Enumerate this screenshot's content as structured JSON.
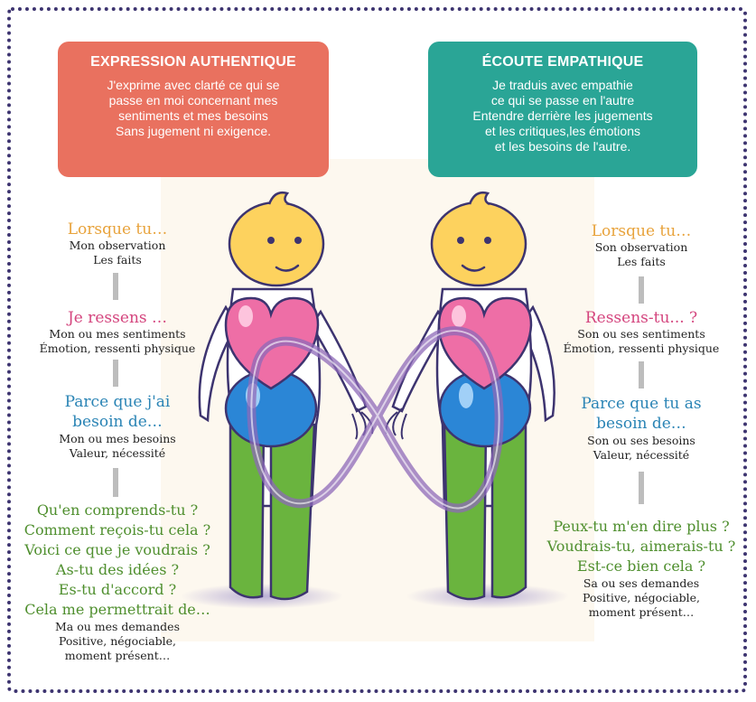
{
  "left_panel": {
    "title": "EXPRESSION AUTHENTIQUE",
    "lines": [
      "J'exprime avec clarté ce qui se",
      "passe en moi concernant mes",
      "sentiments et mes besoins",
      "Sans jugement ni exigence."
    ]
  },
  "right_panel": {
    "title": "ÉCOUTE EMPATHIQUE",
    "lines": [
      "Je traduis avec empathie",
      "ce qui se passe en l'autre",
      "Entendre derrière les jugements",
      "et les critiques,les émotions",
      "et les besoins de l'autre."
    ]
  },
  "left_steps": {
    "observation": {
      "heading": "Lorsque tu…",
      "sub": [
        "Mon observation",
        "Les faits"
      ]
    },
    "feeling": {
      "heading": "Je ressens …",
      "sub": [
        "Mon ou mes sentiments",
        "Émotion, ressenti physique"
      ]
    },
    "need": {
      "heading": [
        "Parce que j'ai",
        "besoin de…"
      ],
      "sub": [
        "Mon ou mes besoins",
        "Valeur, nécessité"
      ]
    },
    "request": {
      "questions": [
        "Qu'en comprends-tu ?",
        "Comment reçois-tu cela ?",
        "Voici ce que je voudrais ?",
        "As-tu des idées ?",
        "Es-tu d'accord ?",
        "Cela me permettrait de…"
      ],
      "sub": [
        "Ma ou mes demandes",
        "Positive, négociable,",
        "moment présent…"
      ]
    }
  },
  "right_steps": {
    "observation": {
      "heading": "Lorsque tu…",
      "sub": [
        "Son observation",
        "Les faits"
      ]
    },
    "feeling": {
      "heading": "Ressens-tu... ?",
      "sub": [
        "Son ou ses sentiments",
        "Émotion, ressenti physique"
      ]
    },
    "need": {
      "heading": [
        "Parce que tu as",
        "besoin de…"
      ],
      "sub": [
        "Son ou ses besoins",
        "Valeur, nécessité"
      ]
    },
    "request": {
      "questions": [
        "Peux-tu m'en dire plus ?",
        "Voudrais-tu, aimerais-tu ?",
        "Est-ce bien cela ?"
      ],
      "sub": [
        "Sa ou ses demandes",
        "Positive, négociable,",
        "moment présent…"
      ]
    }
  },
  "colors": {
    "left_panel": "#e9715f",
    "right_panel": "#2aa596",
    "observation": "#e8a33c",
    "feeling": "#d4457e",
    "need": "#2a84b5",
    "request": "#4f8f2e",
    "head": "#fdd25e",
    "heart": "#ee6ea6",
    "belly": "#2b86d6",
    "legs": "#6ab43e",
    "infinity": "#8e6ab8"
  },
  "icons": [
    "person-figure",
    "heart-shape",
    "infinity-loop"
  ]
}
